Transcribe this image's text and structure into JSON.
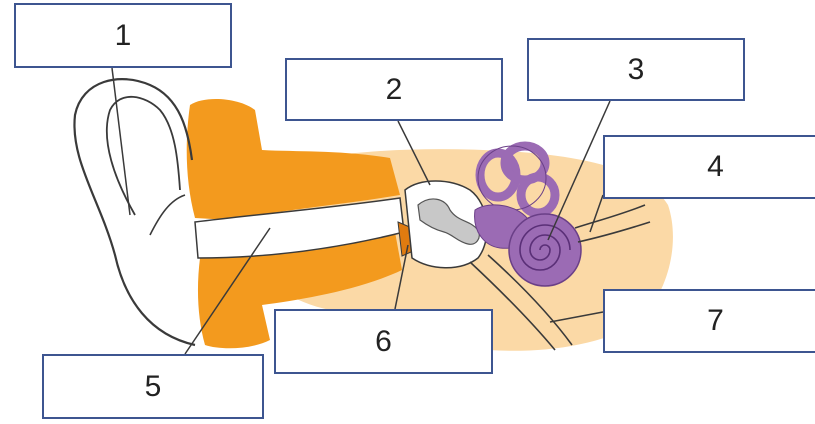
{
  "diagram": {
    "labels": [
      {
        "id": "1",
        "text": "1"
      },
      {
        "id": "2",
        "text": "2"
      },
      {
        "id": "3",
        "text": "3"
      },
      {
        "id": "4",
        "text": "4"
      },
      {
        "id": "5",
        "text": "5"
      },
      {
        "id": "6",
        "text": "6"
      },
      {
        "id": "7",
        "text": "7"
      }
    ],
    "colors": {
      "skin_orange": "#f39a1e",
      "tissue_peach": "#fbd9a6",
      "inner_ear_purple": "#9b6bb4",
      "inner_ear_dark": "#6a3f87",
      "ossicle_gray": "#c8c8c8",
      "outline": "#3a3a3a",
      "box_border": "#3d5590"
    }
  }
}
